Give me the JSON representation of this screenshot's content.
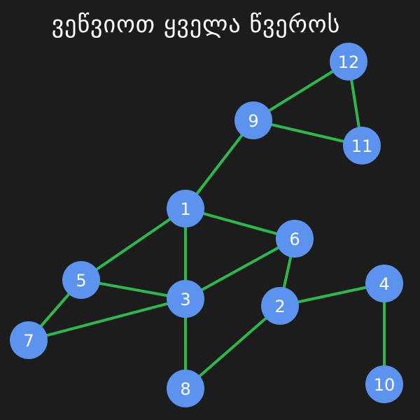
{
  "title": "ვეწვიოთ ყველა წვეროს",
  "colors": {
    "background": "#1c1c1c",
    "edge": "#2db84d",
    "node": "#5b93ee",
    "node_label": "#ffffff"
  },
  "graph": {
    "nodes": [
      "1",
      "2",
      "3",
      "4",
      "5",
      "6",
      "7",
      "8",
      "9",
      "10",
      "11",
      "12"
    ],
    "edges": [
      [
        "9",
        "12"
      ],
      [
        "12",
        "11"
      ],
      [
        "9",
        "11"
      ],
      [
        "9",
        "1"
      ],
      [
        "1",
        "6"
      ],
      [
        "1",
        "3"
      ],
      [
        "1",
        "5"
      ],
      [
        "5",
        "3"
      ],
      [
        "5",
        "7"
      ],
      [
        "7",
        "3"
      ],
      [
        "3",
        "6"
      ],
      [
        "3",
        "8"
      ],
      [
        "6",
        "2"
      ],
      [
        "2",
        "8"
      ],
      [
        "2",
        "4"
      ],
      [
        "4",
        "10"
      ]
    ]
  }
}
